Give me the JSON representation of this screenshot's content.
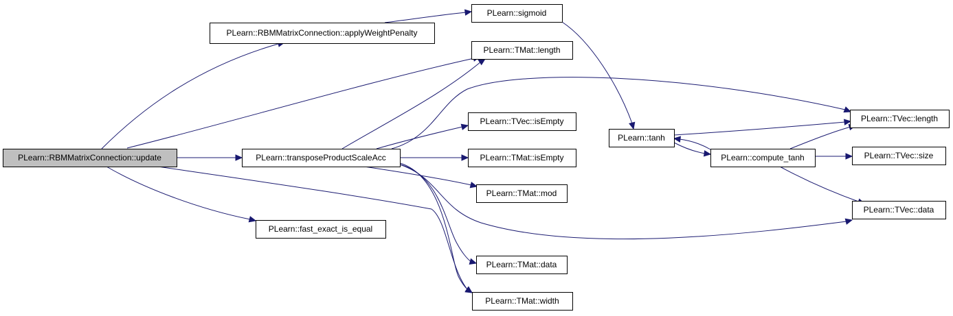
{
  "graph": {
    "edge_color": "#191970",
    "root_fill": "#bfbfbf",
    "nodes": [
      {
        "id": "update",
        "label": "PLearn::RBMMatrixConnection::update",
        "root": true
      },
      {
        "id": "applyWeightPenalty",
        "label": "PLearn::RBMMatrixConnection::applyWeightPenalty"
      },
      {
        "id": "sigmoid",
        "label": "PLearn::sigmoid"
      },
      {
        "id": "tmat_length",
        "label": "PLearn::TMat::length"
      },
      {
        "id": "transposeProductScaleAcc",
        "label": "PLearn::transposeProductScaleAcc"
      },
      {
        "id": "tvec_isEmpty",
        "label": "PLearn::TVec::isEmpty"
      },
      {
        "id": "tmat_isEmpty",
        "label": "PLearn::TMat::isEmpty"
      },
      {
        "id": "tmat_mod",
        "label": "PLearn::TMat::mod"
      },
      {
        "id": "fast_exact_is_equal",
        "label": "PLearn::fast_exact_is_equal"
      },
      {
        "id": "tmat_data",
        "label": "PLearn::TMat::data"
      },
      {
        "id": "tmat_width",
        "label": "PLearn::TMat::width"
      },
      {
        "id": "tanh",
        "label": "PLearn::tanh"
      },
      {
        "id": "compute_tanh",
        "label": "PLearn::compute_tanh"
      },
      {
        "id": "tvec_length",
        "label": "PLearn::TVec::length"
      },
      {
        "id": "tvec_size",
        "label": "PLearn::TVec::size"
      },
      {
        "id": "tvec_data",
        "label": "PLearn::TVec::data"
      }
    ],
    "edges": [
      {
        "from": "update",
        "to": "applyWeightPenalty"
      },
      {
        "from": "update",
        "to": "tmat_length"
      },
      {
        "from": "update",
        "to": "transposeProductScaleAcc"
      },
      {
        "from": "update",
        "to": "fast_exact_is_equal"
      },
      {
        "from": "update",
        "to": "tmat_width"
      },
      {
        "from": "applyWeightPenalty",
        "to": "sigmoid"
      },
      {
        "from": "sigmoid",
        "to": "tanh"
      },
      {
        "from": "transposeProductScaleAcc",
        "to": "tmat_length"
      },
      {
        "from": "transposeProductScaleAcc",
        "to": "tvec_length"
      },
      {
        "from": "transposeProductScaleAcc",
        "to": "tvec_isEmpty"
      },
      {
        "from": "transposeProductScaleAcc",
        "to": "tmat_isEmpty"
      },
      {
        "from": "transposeProductScaleAcc",
        "to": "tmat_mod"
      },
      {
        "from": "transposeProductScaleAcc",
        "to": "tvec_data"
      },
      {
        "from": "transposeProductScaleAcc",
        "to": "tmat_data"
      },
      {
        "from": "transposeProductScaleAcc",
        "to": "tmat_width"
      },
      {
        "from": "tanh",
        "to": "tvec_length"
      },
      {
        "from": "tanh",
        "to": "compute_tanh"
      },
      {
        "from": "compute_tanh",
        "to": "tanh"
      },
      {
        "from": "compute_tanh",
        "to": "tvec_length"
      },
      {
        "from": "compute_tanh",
        "to": "tvec_size"
      },
      {
        "from": "compute_tanh",
        "to": "tvec_data"
      }
    ]
  }
}
